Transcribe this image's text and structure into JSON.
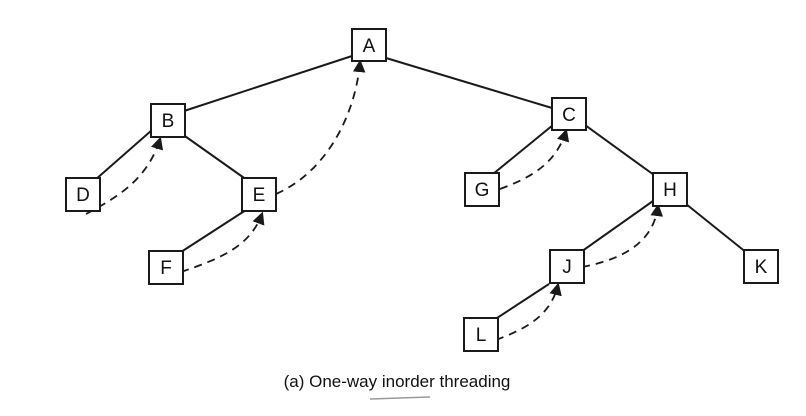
{
  "diagram": {
    "caption": "(a) One-way inorder threading",
    "nodes": {
      "a": "A",
      "b": "B",
      "c": "C",
      "d": "D",
      "e": "E",
      "f": "F",
      "g": "G",
      "h": "H",
      "j": "J",
      "k": "K",
      "l": "L"
    }
  }
}
